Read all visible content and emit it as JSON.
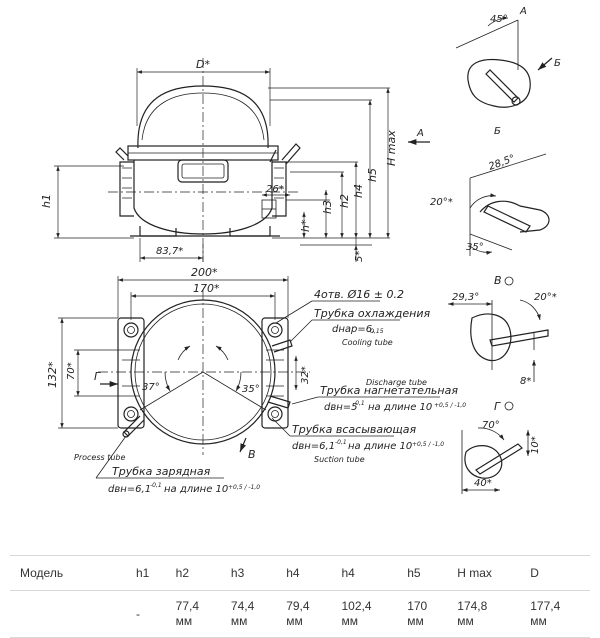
{
  "drawing": {
    "labels": {
      "D": "D*",
      "hmax": "H max",
      "h1": "h1",
      "h2": "h2",
      "h3": "h3",
      "h4": "h4",
      "h5": "h5",
      "h": "h*",
      "five": "5*",
      "d26": "26*",
      "d83": "83,7*",
      "d200": "200*",
      "d170": "170*",
      "d132": "132*",
      "d70": "70*",
      "d32": "32*",
      "ang37": "37°",
      "ang35": "35°",
      "g": "Г",
      "b": "В",
      "holes": "4отв. Ø16 ± 0.2",
      "a45": "45°",
      "arrA": "A",
      "arrB": "Б",
      "viewA": "A",
      "viewB": "Б",
      "d285": "28,5°",
      "ang20": "20°*",
      "ang35b": "35°",
      "viewV": "В",
      "d293": "29,3°",
      "ang20b": "20°*",
      "d8": "8*",
      "viewG": "Г",
      "ang70": "70°",
      "d10": "10*",
      "d40": "40*"
    },
    "callouts": {
      "cooling_ru": "Трубка охлаждения",
      "cooling_dim": "dнар=6,",
      "cooling_tol": "-0,15",
      "cooling_en": "Cooling tube",
      "discharge_en": "Discharge tube",
      "discharge_ru": "Трубка нагнетательная",
      "discharge_dim": "dвн=5",
      "discharge_len": "на длине 10",
      "discharge_tol": "-0,1",
      "discharge_len_tol": "+0,5 / -1,0",
      "suction_ru": "Трубка всасывающая",
      "suction_dim": "dвн=6,1",
      "suction_len": "на длине 10",
      "suction_tol": "-0,1",
      "suction_len_tol": "+0,5 / -1,0",
      "suction_en": "Suction tube",
      "process_en": "Process tube",
      "charging_ru": "Трубка зарядная",
      "charging_dim": "dвн=6,1",
      "charging_len": "на длине 10",
      "charging_tol": "-0,1",
      "charging_len_tol": "+0,5 / -1,0"
    }
  },
  "table": {
    "headers": [
      "Модель",
      "h1",
      "h2",
      "h3",
      "h4",
      "h4",
      "h5",
      "H max",
      "D"
    ],
    "row": [
      {
        "value": "",
        "unit": ""
      },
      {
        "value": "-",
        "unit": ""
      },
      {
        "value": "77,4",
        "unit": "мм"
      },
      {
        "value": "74,4",
        "unit": "мм"
      },
      {
        "value": "79,4",
        "unit": "мм"
      },
      {
        "value": "102,4",
        "unit": "мм"
      },
      {
        "value": "170",
        "unit": "мм"
      },
      {
        "value": "174,8",
        "unit": "мм"
      },
      {
        "value": "177,4",
        "unit": "мм"
      }
    ]
  }
}
